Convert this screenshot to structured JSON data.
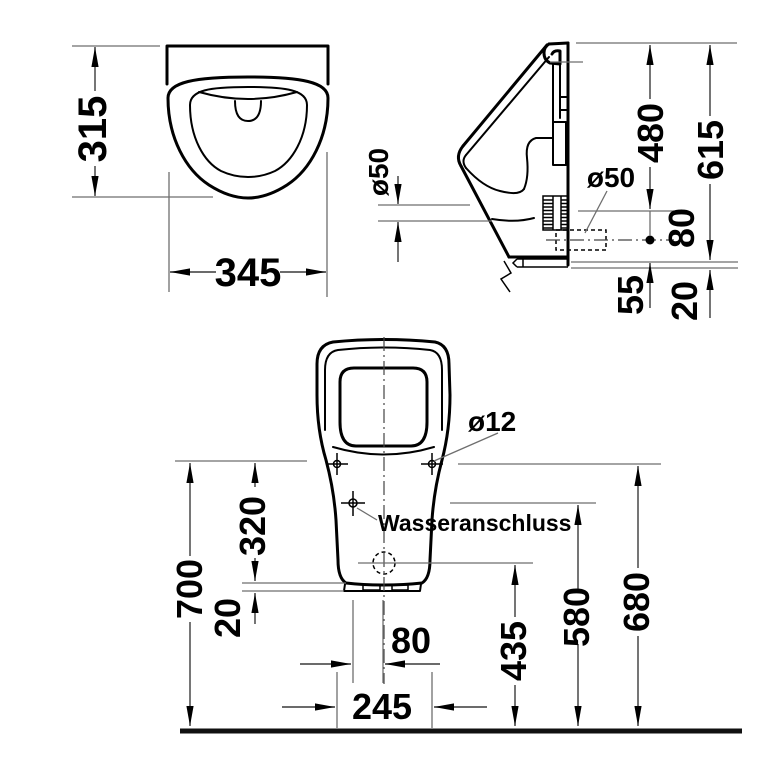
{
  "drawing": {
    "background_color": "#ffffff",
    "line_color": "#000000",
    "dim_line_color": "#6e6e6e",
    "top_view": {
      "depth": "315",
      "width": "345"
    },
    "side_view": {
      "inlet_diameter": "ø50",
      "outlet_diameter": "ø50",
      "top_to_outlet_flange": "480",
      "overall_height": "615",
      "flange_to_outlet_center": "80",
      "outlet_center_to_bottom": "55",
      "bottom_flange": "20"
    },
    "front_view": {
      "hole_diameter": "ø12",
      "water_connection_label": "Wasseranschluss",
      "holes_to_bottom": "320",
      "top_reference_height": "700",
      "bottom_flange": "20",
      "water_connection_offset": "80",
      "base_width": "245",
      "drain_center_height": "435",
      "water_connection_height": "580",
      "mounting_holes_height": "680"
    }
  }
}
